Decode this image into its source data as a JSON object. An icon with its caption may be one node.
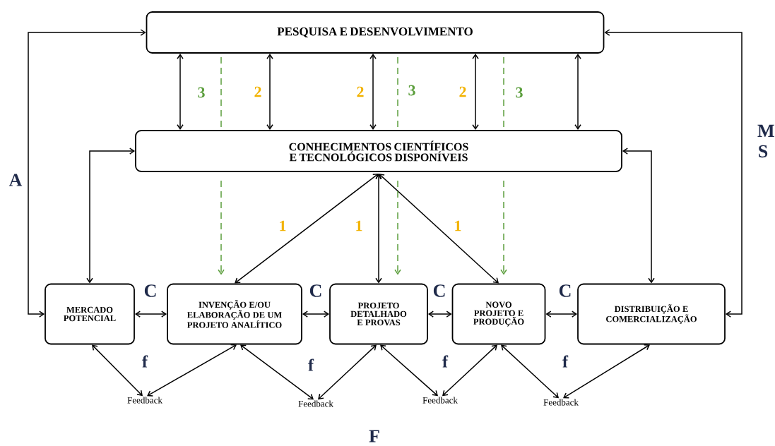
{
  "diagram": {
    "nodes": [
      {
        "text": [
          "PESQUISA E DESENVOLVIMENTO"
        ]
      },
      {
        "text": [
          "CONHECIMENTOS CIENTÍFICOS E TECNOLÓGICOS DISPONÍVEIS"
        ]
      },
      {
        "text": [
          "MERCADO POTENCIAL"
        ]
      },
      {
        "text": [
          "INVENÇÃO E/OU ELABORAÇÃO DE UM PROJETO ANALÍTICO"
        ]
      },
      {
        "text": [
          "PROJETO DETALHADO E PROVAS"
        ]
      },
      {
        "text": [
          "NOVO PROJETO E PRODUÇÃO"
        ]
      },
      {
        "text": [
          "DISTRIBUIÇÃO E COMERCIALIZAÇÃO"
        ]
      },
      {
        "text": [
          "Feedback"
        ]
      },
      {
        "text": [
          "Feedback"
        ]
      },
      {
        "text": [
          "Feedback"
        ]
      },
      {
        "text": [
          "Feedback"
        ]
      }
    ],
    "edges": [
      {
        "from": 0,
        "to": 1,
        "arrow": "both"
      },
      {
        "from": 0,
        "to": 1,
        "arrow": "both",
        "label": "2"
      },
      {
        "from": 0,
        "to": 1,
        "arrow": "both",
        "label": "2"
      },
      {
        "from": 0,
        "to": 1,
        "arrow": "both",
        "label": "2"
      },
      {
        "from": 0,
        "to": 1,
        "arrow": "both"
      },
      {
        "from": 0,
        "to": 1,
        "arrow": "none",
        "label": "3",
        "style": "dashed",
        "color": "#5b9e3c"
      },
      {
        "from": 0,
        "to": 1,
        "arrow": "none",
        "label": "3",
        "style": "dashed",
        "color": "#5b9e3c"
      },
      {
        "from": 0,
        "to": 1,
        "arrow": "none",
        "label": "3",
        "style": "dashed",
        "color": "#5b9e3c"
      },
      {
        "from": 1,
        "to": 2,
        "arrow": "both"
      },
      {
        "from": 1,
        "to": 6,
        "arrow": "both"
      },
      {
        "from": 1,
        "to": 3,
        "arrow": "both",
        "label": "1"
      },
      {
        "from": 1,
        "to": 4,
        "arrow": "both",
        "label": "1"
      },
      {
        "from": 1,
        "to": 5,
        "arrow": "both",
        "label": "1"
      },
      {
        "from": 2,
        "to": 3,
        "arrow": "both",
        "label": "C"
      },
      {
        "from": 3,
        "to": 4,
        "arrow": "both",
        "label": "C"
      },
      {
        "from": 4,
        "to": 5,
        "arrow": "both",
        "label": "C"
      },
      {
        "from": 5,
        "to": 6,
        "arrow": "both",
        "label": "C"
      },
      {
        "from": 2,
        "to": 7,
        "arrow": "both"
      },
      {
        "from": 3,
        "to": 7,
        "arrow": "both"
      },
      {
        "from": 3,
        "to": 8,
        "arrow": "both"
      },
      {
        "from": 4,
        "to": 8,
        "arrow": "both"
      },
      {
        "from": 4,
        "to": 9,
        "arrow": "both"
      },
      {
        "from": 5,
        "to": 9,
        "arrow": "both"
      },
      {
        "from": 5,
        "to": 10,
        "arrow": "both"
      },
      {
        "from": 6,
        "to": 10,
        "arrow": "both"
      },
      {
        "from": 2,
        "to": 0,
        "arrow": "both",
        "label": "A"
      },
      {
        "from": 6,
        "to": 0,
        "arrow": "both",
        "label": "M S"
      },
      {
        "from": 1,
        "to": 3,
        "arrow": "to",
        "style": "dashed",
        "color": "#5b9e3c"
      },
      {
        "from": 1,
        "to": 4,
        "arrow": "to",
        "style": "dashed",
        "color": "#5b9e3c"
      },
      {
        "from": 1,
        "to": 5,
        "arrow": "to",
        "style": "dashed",
        "color": "#5b9e3c"
      }
    ],
    "labels": [
      "f",
      "f",
      "f",
      "f",
      "F"
    ]
  }
}
